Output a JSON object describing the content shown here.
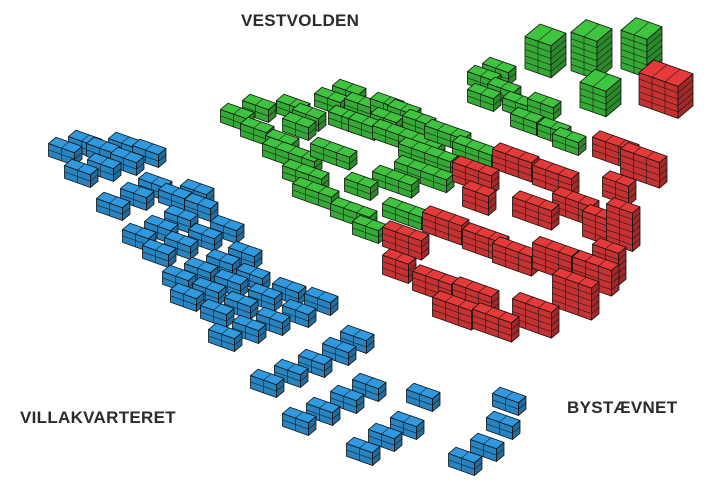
{
  "labels": {
    "north": "VESTVOLDEN",
    "west": "VILLAKVARTERET",
    "east": "BYSTÆVNET"
  },
  "districts": {
    "villakvarteret": {
      "color": "#2f9ae0",
      "floors_typical": 2
    },
    "vestvolden": {
      "color": "#3ec43e",
      "floors_typical": 2
    },
    "bystaevnet": {
      "color": "#e63a3a",
      "floors_typical": 5
    }
  }
}
